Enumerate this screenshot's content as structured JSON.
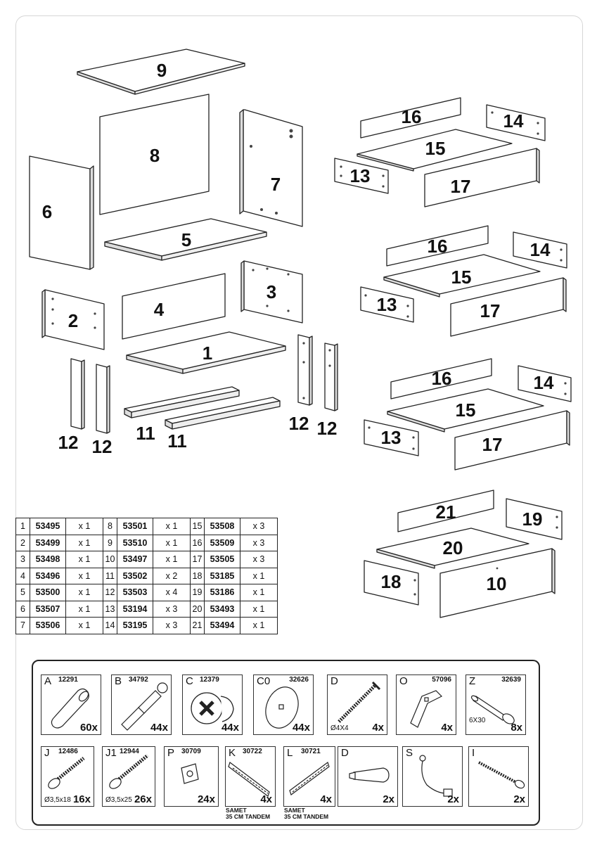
{
  "parts": [
    {
      "id": "panel-9",
      "label": "9"
    },
    {
      "id": "panel-8",
      "label": "8"
    },
    {
      "id": "panel-7",
      "label": "7"
    },
    {
      "id": "panel-6",
      "label": "6"
    },
    {
      "id": "panel-5",
      "label": "5"
    },
    {
      "id": "panel-4",
      "label": "4"
    },
    {
      "id": "panel-3",
      "label": "3"
    },
    {
      "id": "panel-2",
      "label": "2"
    },
    {
      "id": "panel-1",
      "label": "1"
    },
    {
      "id": "leg-12a",
      "label": "12"
    },
    {
      "id": "leg-12b",
      "label": "12"
    },
    {
      "id": "rail-11a",
      "label": "11"
    },
    {
      "id": "rail-11b",
      "label": "11"
    },
    {
      "id": "leg-12c",
      "label": "12"
    },
    {
      "id": "leg-12d",
      "label": "12"
    },
    {
      "id": "d1-16",
      "label": "16"
    },
    {
      "id": "d1-14",
      "label": "14"
    },
    {
      "id": "d1-15",
      "label": "15"
    },
    {
      "id": "d1-13",
      "label": "13"
    },
    {
      "id": "d1-17",
      "label": "17"
    },
    {
      "id": "d2-16",
      "label": "16"
    },
    {
      "id": "d2-14",
      "label": "14"
    },
    {
      "id": "d2-15",
      "label": "15"
    },
    {
      "id": "d2-13",
      "label": "13"
    },
    {
      "id": "d2-17",
      "label": "17"
    },
    {
      "id": "d3-16",
      "label": "16"
    },
    {
      "id": "d3-14",
      "label": "14"
    },
    {
      "id": "d3-15",
      "label": "15"
    },
    {
      "id": "d3-13",
      "label": "13"
    },
    {
      "id": "d3-17",
      "label": "17"
    },
    {
      "id": "d4-21",
      "label": "21"
    },
    {
      "id": "d4-19",
      "label": "19"
    },
    {
      "id": "d4-20",
      "label": "20"
    },
    {
      "id": "d4-18",
      "label": "18"
    },
    {
      "id": "d4-10",
      "label": "10"
    }
  ],
  "parts_table": [
    [
      {
        "num": "1",
        "code": "53495",
        "qty": "x 1"
      },
      {
        "num": "8",
        "code": "53501",
        "qty": "x 1"
      },
      {
        "num": "15",
        "code": "53508",
        "qty": "x 3"
      }
    ],
    [
      {
        "num": "2",
        "code": "53499",
        "qty": "x 1"
      },
      {
        "num": "9",
        "code": "53510",
        "qty": "x 1"
      },
      {
        "num": "16",
        "code": "53509",
        "qty": "x 3"
      }
    ],
    [
      {
        "num": "3",
        "code": "53498",
        "qty": "x 1"
      },
      {
        "num": "10",
        "code": "53497",
        "qty": "x 1"
      },
      {
        "num": "17",
        "code": "53505",
        "qty": "x 3"
      }
    ],
    [
      {
        "num": "4",
        "code": "53496",
        "qty": "x 1"
      },
      {
        "num": "11",
        "code": "53502",
        "qty": "x 2"
      },
      {
        "num": "18",
        "code": "53185",
        "qty": "x 1"
      }
    ],
    [
      {
        "num": "5",
        "code": "53500",
        "qty": "x 1"
      },
      {
        "num": "12",
        "code": "53503",
        "qty": "x 4"
      },
      {
        "num": "19",
        "code": "53186",
        "qty": "x 1"
      }
    ],
    [
      {
        "num": "6",
        "code": "53507",
        "qty": "x 1"
      },
      {
        "num": "13",
        "code": "53194",
        "qty": "x 3"
      },
      {
        "num": "20",
        "code": "53493",
        "qty": "x 1"
      }
    ],
    [
      {
        "num": "7",
        "code": "53506",
        "qty": "x 1"
      },
      {
        "num": "14",
        "code": "53195",
        "qty": "x 3"
      },
      {
        "num": "21",
        "code": "53494",
        "qty": "x 1"
      }
    ]
  ],
  "hardware_row1": [
    {
      "letter": "A",
      "code": "12291",
      "qty": "60x",
      "spec": "",
      "icon": "wooden-dowel-icon"
    },
    {
      "letter": "B",
      "code": "34792",
      "qty": "44x",
      "spec": "",
      "icon": "cam-bolt-icon"
    },
    {
      "letter": "C",
      "code": "12379",
      "qty": "44x",
      "spec": "",
      "icon": "cam-lock-icon"
    },
    {
      "letter": "C0",
      "code": "32626",
      "qty": "44x",
      "spec": "",
      "icon": "cover-disc-icon"
    },
    {
      "letter": "D",
      "code": "",
      "qty": "4x",
      "spec": "Ø4X4",
      "icon": "threaded-bolt-icon"
    },
    {
      "letter": "O",
      "code": "57096",
      "qty": "4x",
      "spec": "",
      "icon": "bracket-icon"
    },
    {
      "letter": "Z",
      "code": "32639",
      "qty": "8x",
      "spec": "6X30",
      "icon": "connector-screw-icon"
    }
  ],
  "hardware_row2": [
    {
      "letter": "J",
      "code": "12486",
      "qty": "16x",
      "spec": "Ø3,5x18",
      "icon": "short-screw-icon",
      "note": ""
    },
    {
      "letter": "J1",
      "code": "12944",
      "qty": "26x",
      "spec": "Ø3,5x25",
      "icon": "long-screw-icon",
      "note": ""
    },
    {
      "letter": "P",
      "code": "30709",
      "qty": "24x",
      "spec": "",
      "icon": "square-cap-icon",
      "note": ""
    },
    {
      "letter": "K",
      "code": "30722",
      "qty": "4x",
      "spec": "",
      "icon": "drawer-slide-icon",
      "note": "SAMET\n35 CM TANDEM"
    },
    {
      "letter": "L",
      "code": "30721",
      "qty": "4x",
      "spec": "",
      "icon": "drawer-slide-icon",
      "note": "SAMET\n35 CM TANDEM"
    },
    {
      "letter": "D",
      "code": "",
      "qty": "2x",
      "spec": "",
      "icon": "wall-plug-icon",
      "note": ""
    },
    {
      "letter": "S",
      "code": "",
      "qty": "2x",
      "spec": "",
      "icon": "anti-tip-strap-icon",
      "note": ""
    },
    {
      "letter": "I",
      "code": "",
      "qty": "2x",
      "spec": "",
      "icon": "long-bolt-icon",
      "note": ""
    }
  ]
}
